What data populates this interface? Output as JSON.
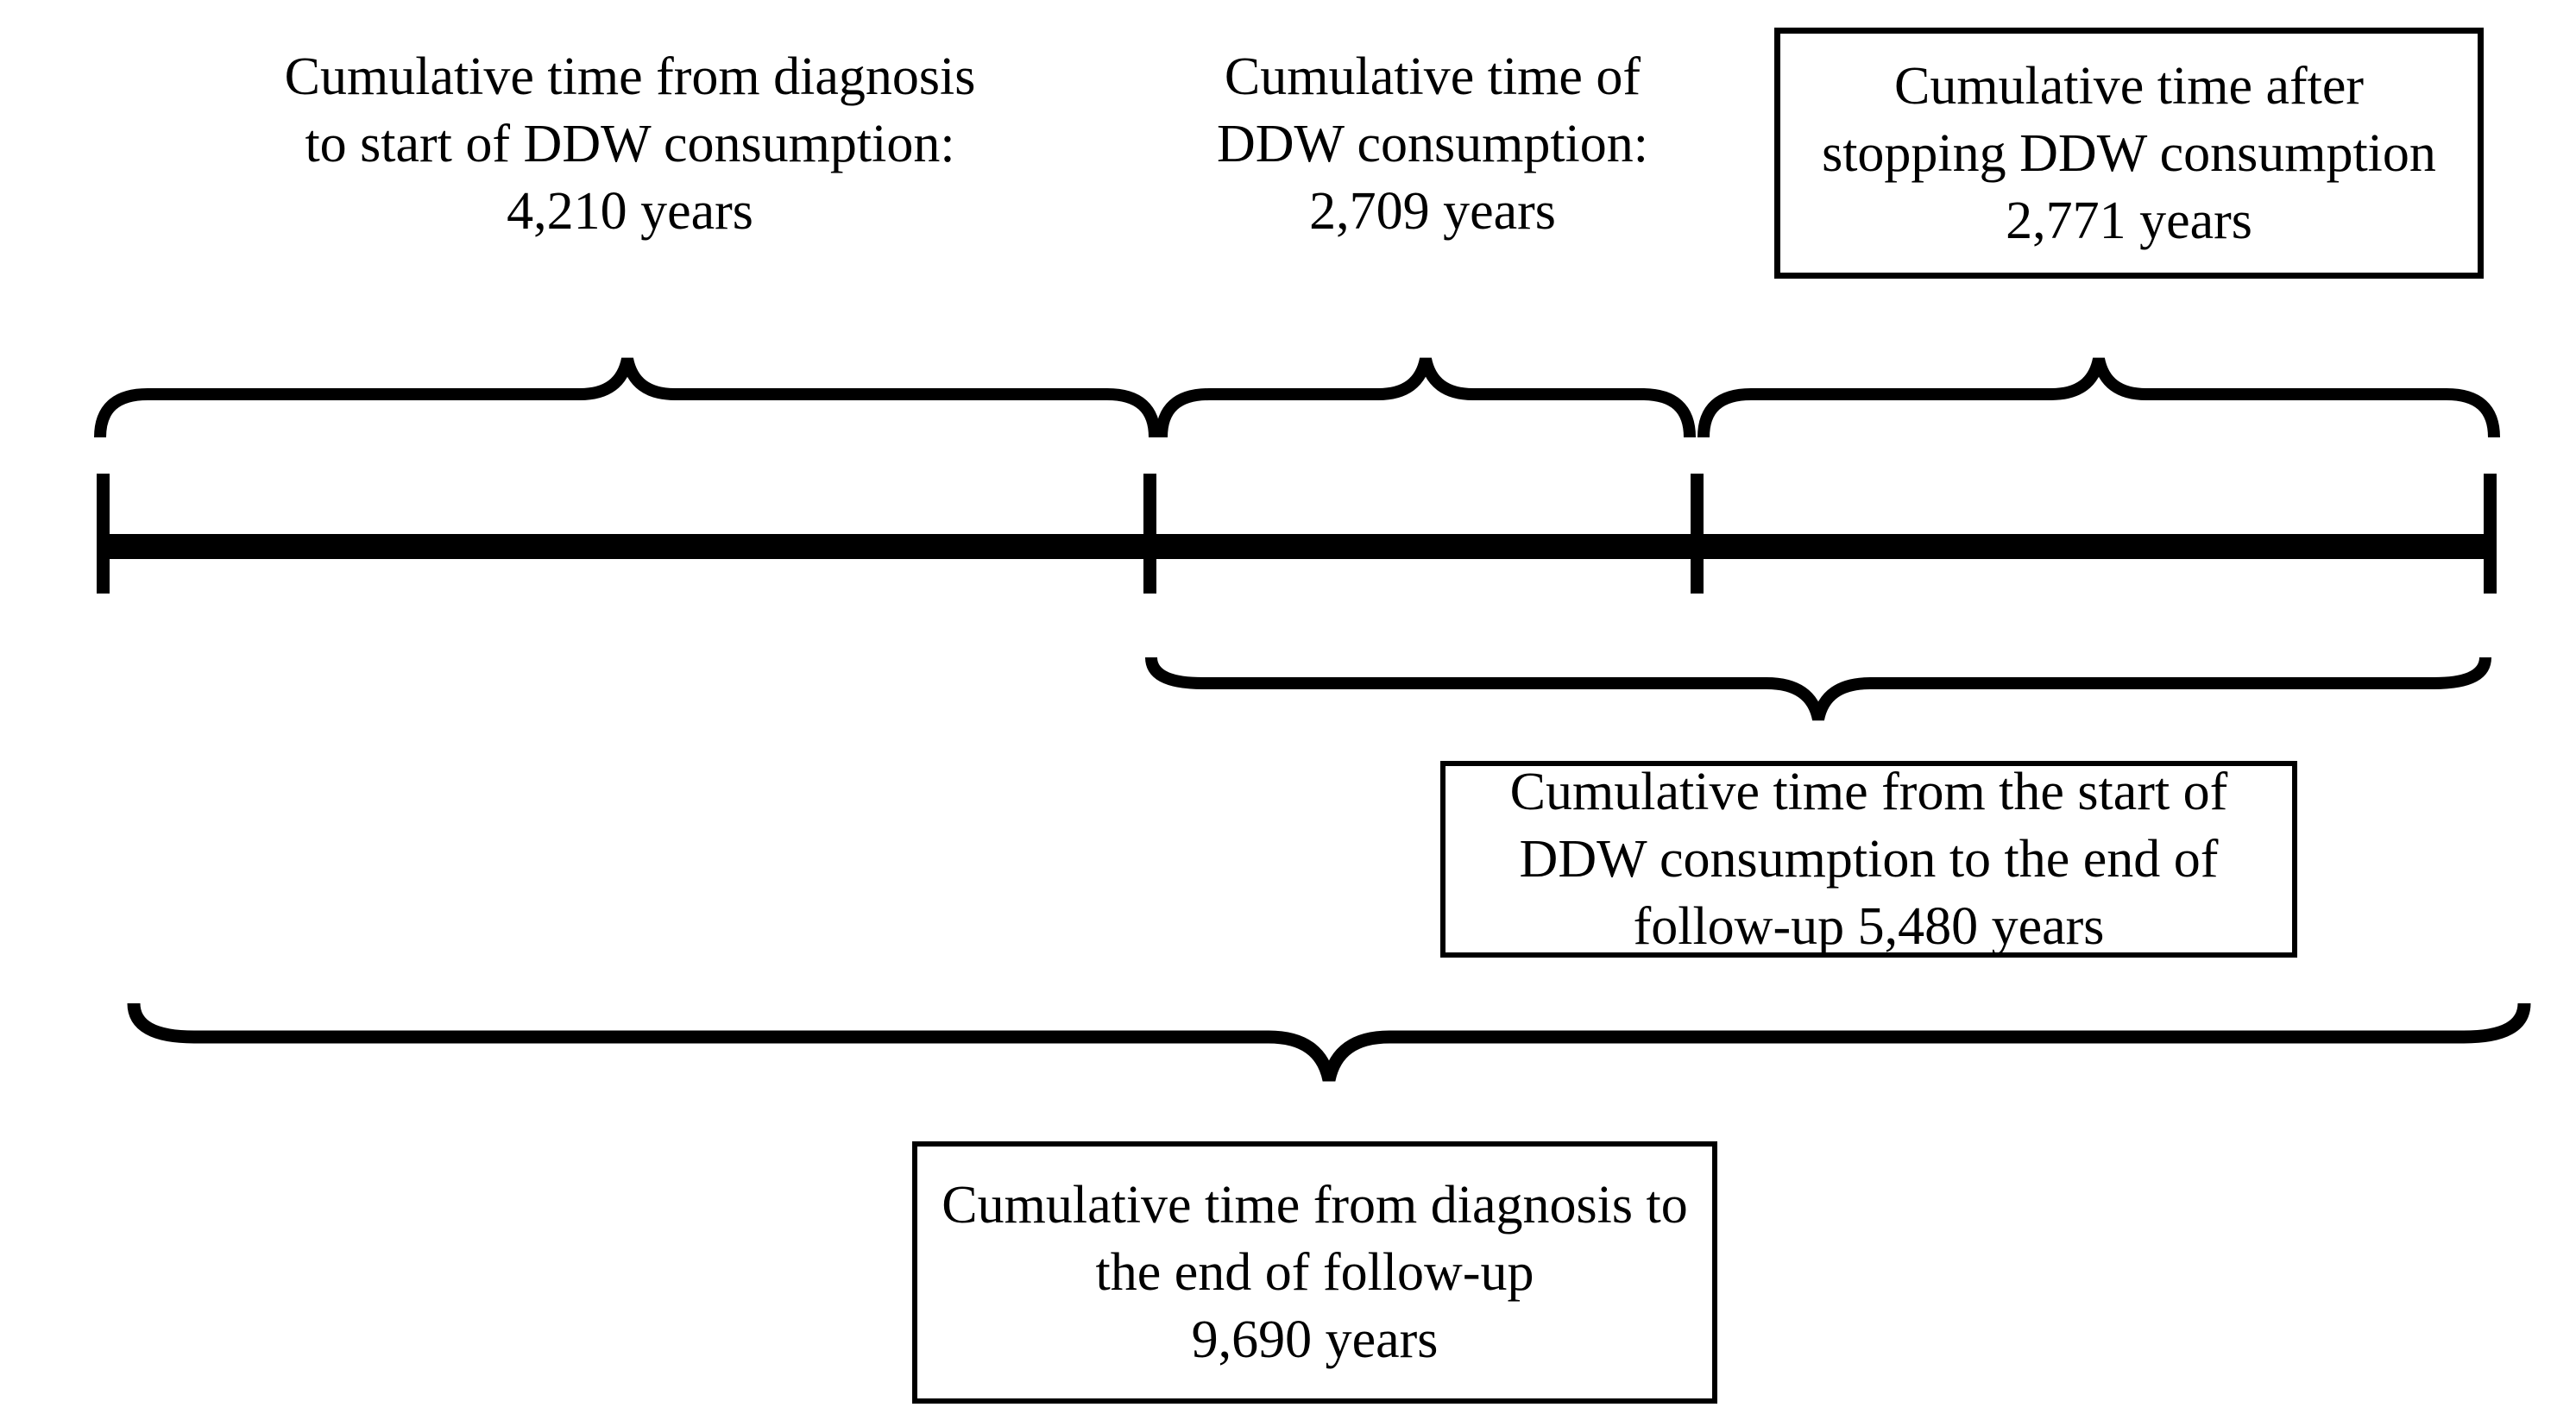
{
  "figure": {
    "background_color": "#ffffff",
    "ink_color": "#000000",
    "labels": {
      "pre_ddw": {
        "text": "Cumulative time from diagnosis\nto start of DDW consumption:\n4,210 years",
        "boxed": false
      },
      "during_ddw": {
        "text": "Cumulative time of\nDDW consumption:\n2,709 years",
        "boxed": false
      },
      "after_ddw": {
        "text": "Cumulative time after\nstopping DDW consumption\n2,771 years",
        "boxed": true
      },
      "start_to_end": {
        "text": "Cumulative time from the start of\nDDW consumption to the end of\nfollow-up 5,480 years",
        "boxed": true
      },
      "total": {
        "text": "Cumulative time from diagnosis to\nthe end of follow-up\n9,690 years",
        "boxed": true
      }
    },
    "values_years": {
      "diagnosis_to_ddw_start": 4210,
      "ddw_consumption": 2709,
      "after_stopping_ddw": 2771,
      "ddw_start_to_followup_end": 5480,
      "diagnosis_to_followup_end": 9690
    }
  }
}
